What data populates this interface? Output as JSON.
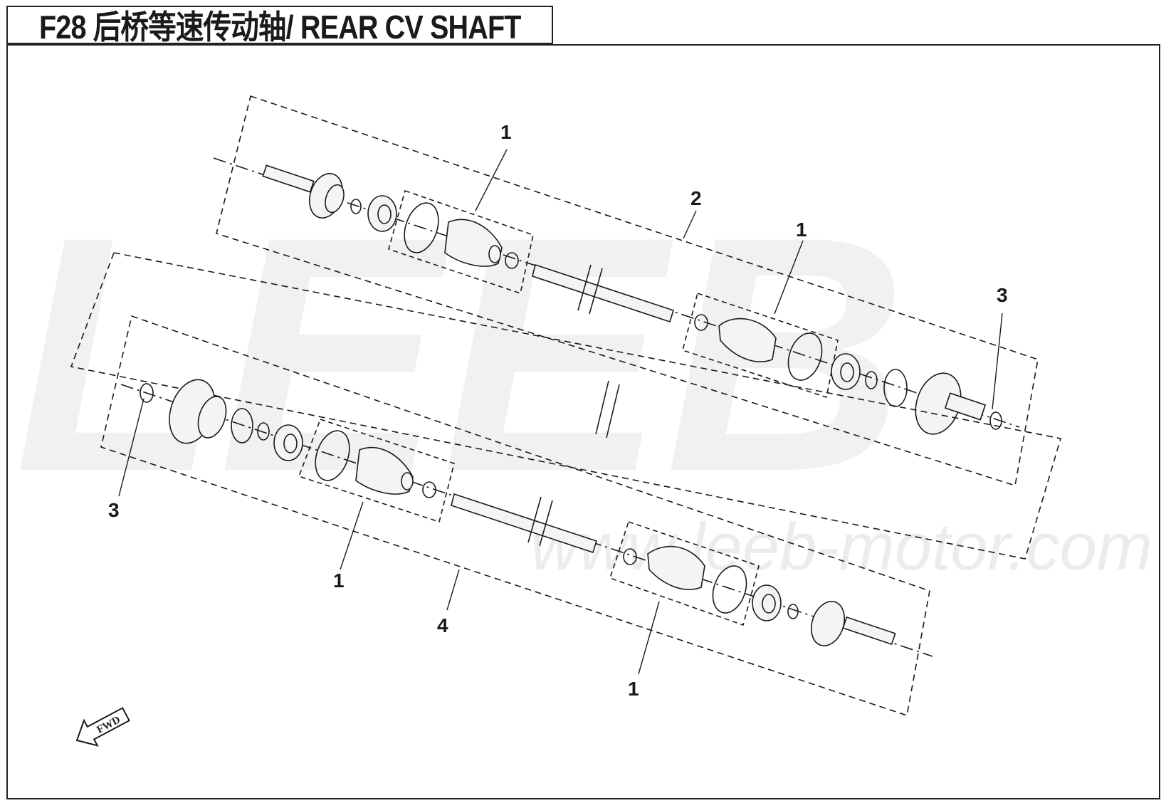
{
  "title": "F28 后桥等速传动轴/ REAR CV SHAFT",
  "watermark": {
    "brand": "LEEB",
    "url": "www.leeb-motor.com"
  },
  "fwd_label": "FWD",
  "callouts": [
    "1",
    "1",
    "2",
    "3",
    "3",
    "1",
    "4",
    "1"
  ],
  "colors": {
    "line": "#1a1a1a",
    "watermark": "#eeeeee",
    "part_fill": "#f4f4f4"
  }
}
